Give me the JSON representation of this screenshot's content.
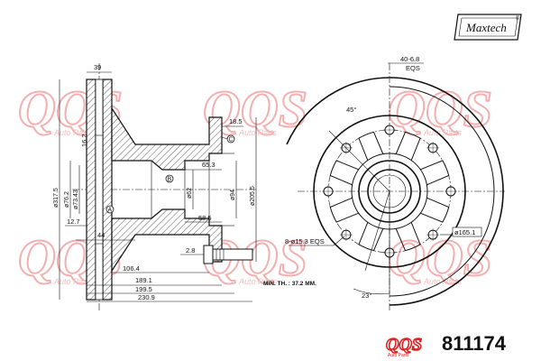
{
  "brand": {
    "logo_text": "Maxtech",
    "registered_mark": "®"
  },
  "watermark": {
    "logo_text": "QQS",
    "sub_text": "Auto Parts"
  },
  "footer": {
    "logo_text": "QQS",
    "logo_sub": "Auto Parts",
    "part_number": "811174"
  },
  "dimensions_side": {
    "d39": "39",
    "d18_5": "18.5",
    "d65_3": "65.3",
    "d58_5": "58.5",
    "d44": "44",
    "d12_7": "12.7",
    "d16_2": "16.2",
    "d106_4": "106.4",
    "d2_8": "2.8",
    "d189_1": "189.1",
    "d199_5": "199.5",
    "d230_9": "230.9",
    "phi317_5": "ø317.5",
    "phi76_2": "ø76.2",
    "phi73_43": "ø73.43",
    "phi62": "ø62",
    "phi94": "ø94",
    "phi205_5": "ø205.5",
    "label_a": "A",
    "label_b": "B",
    "label_c": "C"
  },
  "dimensions_front": {
    "bolt_eqs": "40-6.8",
    "eqs": "EQS",
    "angle45": "45°",
    "holes": "8-ø15.3  EQS",
    "pcd": "ø165.1",
    "angle23": "23°",
    "min_th": "MIN. TH. : 37.2 MM."
  }
}
